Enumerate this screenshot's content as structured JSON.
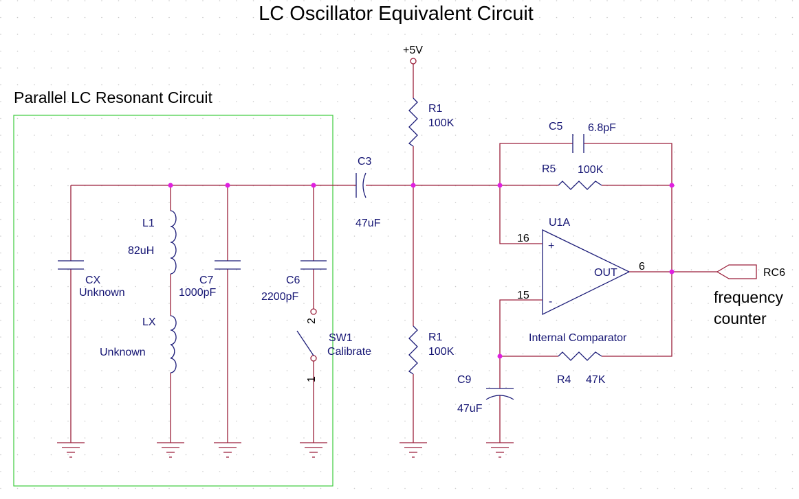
{
  "title": "LC Oscillator Equivalent Circuit",
  "colors": {
    "wire": "#9a1f3a",
    "component": "#1c1c78",
    "label": "#141473",
    "node": "#e020e0",
    "box": "#3ccc3c",
    "grid": "#c8c8c8"
  },
  "box_label": "Parallel LC Resonant Circuit",
  "supply": "+5V",
  "components": {
    "r1_top": {
      "ref": "R1",
      "value": "100K"
    },
    "r1_bottom": {
      "ref": "R1",
      "value": "100K"
    },
    "c3": {
      "ref": "C3",
      "value": "47uF"
    },
    "c5": {
      "ref": "C5",
      "value": "6.8pF"
    },
    "r5": {
      "ref": "R5",
      "value": "100K"
    },
    "u1a": {
      "ref": "U1A",
      "out": "OUT",
      "plus": "+",
      "minus": "-",
      "pin_plus": "16",
      "pin_minus": "15",
      "pin_out": "6"
    },
    "l1": {
      "ref": "L1",
      "value": "82uH"
    },
    "lx": {
      "ref": "LX",
      "value": "Unknown"
    },
    "cx": {
      "ref": "CX",
      "value": "Unknown"
    },
    "c7": {
      "ref": "C7",
      "value": "1000pF"
    },
    "c6": {
      "ref": "C6",
      "value": "2200pF"
    },
    "sw1": {
      "ref": "SW1",
      "value": "Calibrate",
      "pin1": "1",
      "pin2": "2"
    },
    "r4": {
      "ref": "R4",
      "value": "47K"
    },
    "c9": {
      "ref": "C9",
      "value": "47uF"
    }
  },
  "comparator_label": "Internal Comparator",
  "output": {
    "port": "RC6",
    "caption_line1": "frequency",
    "caption_line2": "counter"
  }
}
